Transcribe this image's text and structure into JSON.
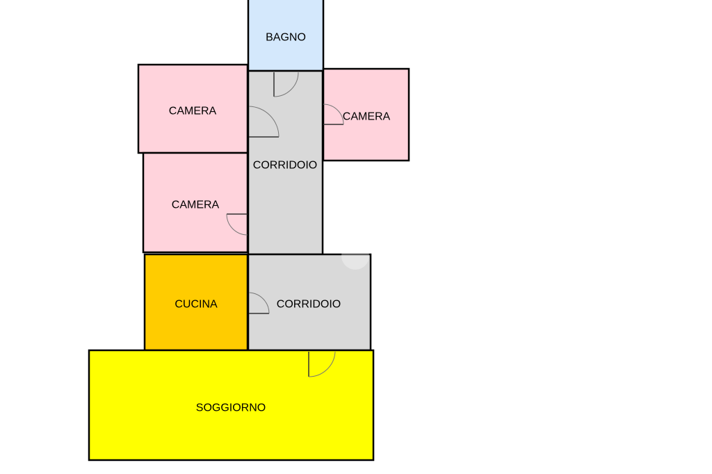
{
  "floorplan": {
    "colors": {
      "bathroom": "#d4e8fc",
      "bedroom": "#ffd3dc",
      "corridor": "#d9d9d9",
      "kitchen": "#ffcc00",
      "living": "#ffff00",
      "wall": "#000000"
    },
    "rooms": {
      "bagno": "BAGNO",
      "camera_top_left": "CAMERA",
      "camera_top_right": "CAMERA",
      "camera_middle_left": "CAMERA",
      "corridoio_upper": "CORRIDOIO",
      "corridoio_lower": "CORRIDOIO",
      "cucina": "CUCINA",
      "soggiorno": "SOGGIORNO"
    }
  }
}
